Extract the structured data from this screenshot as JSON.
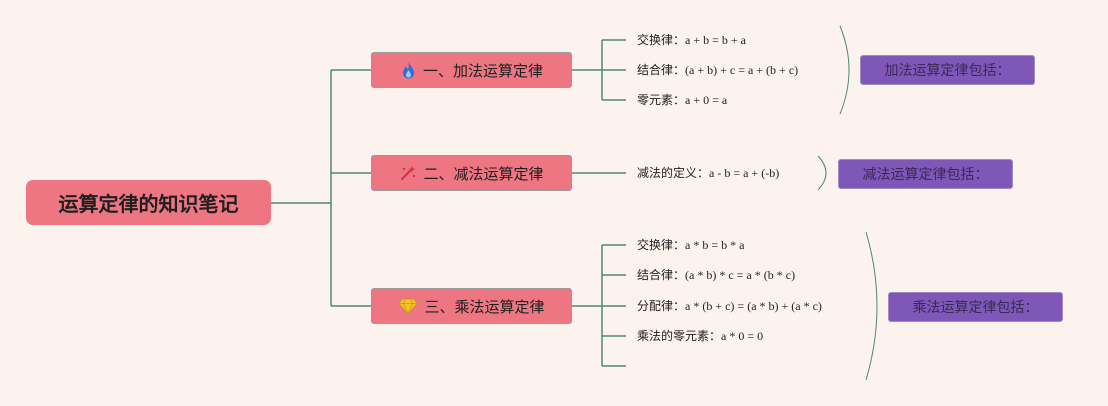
{
  "root": {
    "label": "运算定律的知识笔记"
  },
  "branches": [
    {
      "icon": "fire-icon",
      "label": "一、加法运算定律",
      "items": [
        {
          "label": "交换律：",
          "formula": "a + b = b + a"
        },
        {
          "label": "结合律：",
          "formula": "(a + b) + c = a + (b + c)"
        },
        {
          "label": "零元素：",
          "formula": "a + 0 = a"
        }
      ],
      "summary": "加法运算定律包括："
    },
    {
      "icon": "sparkle-icon",
      "label": "二、减法运算定律",
      "items": [
        {
          "label": "减法的定义：",
          "formula": "a - b = a + (-b)"
        }
      ],
      "summary": "减法运算定律包括："
    },
    {
      "icon": "gem-icon",
      "label": "三、乘法运算定律",
      "items": [
        {
          "label": "交换律：",
          "formula": "a * b = b * a"
        },
        {
          "label": "结合律：",
          "formula": "(a * b) * c = a * (b * c)"
        },
        {
          "label": "分配律：",
          "formula": "a * (b + c) = (a * b) + (a * c)"
        },
        {
          "label": "乘法的零元素：",
          "formula": "a * 0 = 0"
        },
        {
          "label": "",
          "formula": ""
        }
      ],
      "summary": "乘法运算定律包括："
    }
  ],
  "colors": {
    "node": "#ee7683",
    "summary": "#7e57b8",
    "line": "#4e8a73",
    "background": "#fdf3ee"
  }
}
